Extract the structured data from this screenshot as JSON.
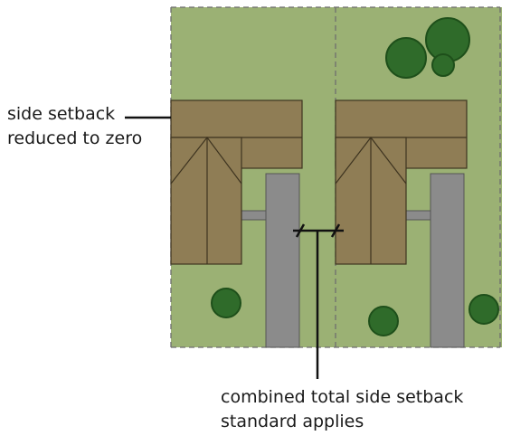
{
  "labels": {
    "side_setback_line1": "side setback",
    "side_setback_line2": "reduced to zero",
    "combined_line1": "combined total side setback",
    "combined_line2": "standard applies"
  },
  "colors": {
    "lawn": "#9bb174",
    "roof": "#8f7d55",
    "roof_lines": "#3e3420",
    "driveway": "#8b8b8b",
    "tree": "#2f6b2a",
    "tree_dark": "#1e4f1a",
    "lot_lines": "#6e6e6e",
    "annotation": "#111111"
  }
}
